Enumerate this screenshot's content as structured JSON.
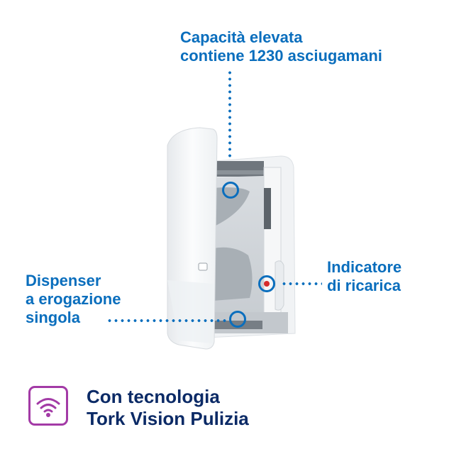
{
  "callouts": {
    "capacity": {
      "line1": "Capacità elevata",
      "line2": "contiene 1230 asciugamani"
    },
    "refill_indicator": {
      "line1": "Indicatore",
      "line2": "di ricarica"
    },
    "single_dispensing": {
      "line1": "Dispenser",
      "line2": "a erogazione",
      "line3": "singola"
    }
  },
  "footer": {
    "icon": "wifi-icon",
    "line1": "Con tecnologia",
    "line2": "Tork Vision Pulizia"
  },
  "colors": {
    "callout_blue": "#0a6ebd",
    "footer_navy": "#0b2a66",
    "icon_purple": "#a33aa6",
    "indicator_red": "#d62c2c"
  }
}
